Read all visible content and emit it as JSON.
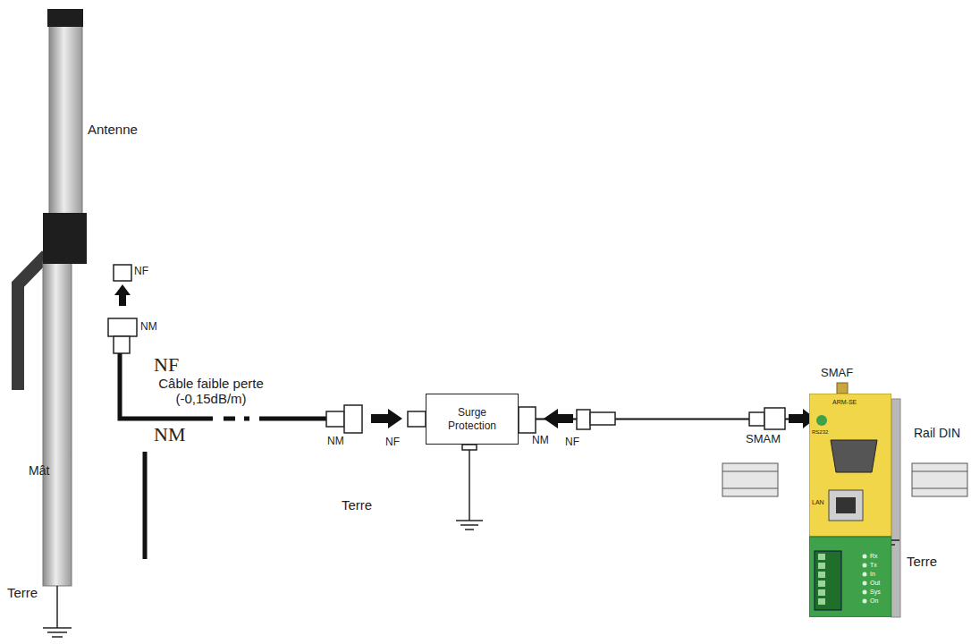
{
  "diagram": {
    "nodes": [
      {
        "text": [
          "Surge Protection"
        ]
      },
      {
        "text": [
          "ARM-SE",
          "RS232",
          "LAN",
          "Rx",
          "Tx",
          "In",
          "Out",
          "Sys",
          "On"
        ]
      }
    ],
    "edges": [
      {
        "from": 0,
        "to": 1,
        "arrow": "none"
      }
    ],
    "labels": [
      "Antenne",
      "NF",
      "NM",
      "NF",
      "Câble faible perte (-0,15dB/m)",
      "NM",
      "SMAF",
      "Mât",
      "NM",
      "NF",
      "NM",
      "NF",
      "SMAM",
      "Rail DIN",
      "Terre",
      "Terre",
      "Terre"
    ]
  }
}
